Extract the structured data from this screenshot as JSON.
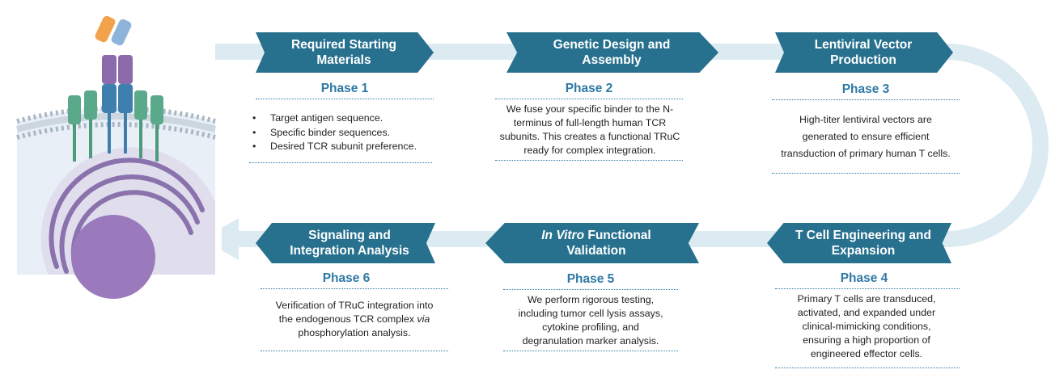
{
  "steps": [
    {
      "title_lines": [
        "Required Starting",
        "Materials"
      ],
      "phase": "Phase 1",
      "bullets": [
        "Target antigen sequence.",
        "Specific binder sequences.",
        "Desired TCR subunit preference."
      ]
    },
    {
      "title_lines": [
        "Genetic Design and",
        "Assembly"
      ],
      "phase": "Phase 2",
      "description_lines": [
        "We fuse your specific binder to the N-",
        "terminus of full-length human TCR",
        "subunits. This creates a functional TRuC",
        "ready for complex integration."
      ]
    },
    {
      "title_lines": [
        "Lentiviral Vector",
        "Production"
      ],
      "phase": "Phase 3",
      "description_lines": [
        "High-titer lentiviral vectors are",
        "generated to ensure efficient",
        "transduction of primary human T cells."
      ]
    },
    {
      "title_lines": [
        "T Cell Engineering and",
        "Expansion"
      ],
      "phase": "Phase 4",
      "description_lines": [
        "Primary T cells are transduced,",
        "activated, and expanded under",
        "clinical-mimicking conditions,",
        "ensuring a high proportion of",
        "engineered effector cells."
      ]
    },
    {
      "title_italic": "In Vitro",
      "title_rest": " Functional",
      "title_line2": "Validation",
      "phase": "Phase 5",
      "description_lines": [
        "We perform rigorous testing,",
        "including tumor cell lysis assays,",
        "cytokine profiling, and",
        "degranulation marker analysis."
      ]
    },
    {
      "title_lines": [
        "Signaling and",
        "Integration Analysis"
      ],
      "phase": "Phase 6",
      "description_line1": "Verification of TRuC integration into",
      "description_line2_pre": "the endogenous TCR complex ",
      "description_line2_italic": "via",
      "description_line3": "phosphorylation analysis."
    }
  ],
  "colors": {
    "arrow": "#27718f",
    "phase_text": "#2e79a5",
    "flow_track": "#dceaf2",
    "cell_panel": "#e8eff6",
    "nucleus": "#9a79bd"
  }
}
